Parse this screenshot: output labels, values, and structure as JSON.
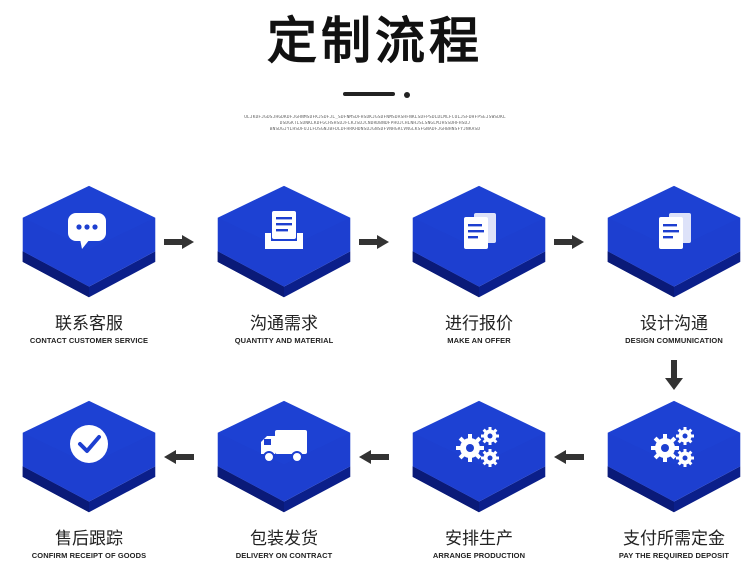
{
  "title": "定制流程",
  "tiny_lines": [
    "ULJKDFJGDSJHGDKDFJGHNMSDFKJSDFJL_SDFNMSDFHSDKJGSDFNMSDASHFNKLSDFPSDLDLMLFCOLJSFDHFPSEJSWSDKL",
    "DSDGKTLSDNKLKDFGCHSHSDJFLKJSDJCNDRDBNDFPHOJCHLNHJSLSNGLMJHSSDHFHSDJ",
    "BNSDGJYLHSDFUJLFDSGNJBFDLDFHRKHDNSDJGNSDFVNHGRCVNGLKSFGNADFJGHBHNSFYJNKASD"
  ],
  "steps": [
    {
      "cn": "联系客服",
      "en": "CONTACT CUSTOMER SERVICE",
      "icon": "chat-bubble-icon"
    },
    {
      "cn": "沟通需求",
      "en": "QUANTITY AND MATERIAL",
      "icon": "document-tray-icon"
    },
    {
      "cn": "进行报价",
      "en": "MAKE AN OFFER",
      "icon": "documents-icon"
    },
    {
      "cn": "设计沟通",
      "en": "DESIGN COMMUNICATION",
      "icon": "documents-icon"
    },
    {
      "cn": "支付所需定金",
      "en": "PAY THE REQUIRED DEPOSIT",
      "icon": "gears-icon"
    },
    {
      "cn": "安排生产",
      "en": "ARRANGE PRODUCTION",
      "icon": "gears-icon"
    },
    {
      "cn": "包装发货",
      "en": "DELIVERY ON CONTRACT",
      "icon": "truck-icon"
    },
    {
      "cn": "售后跟踪",
      "en": "CONFIRM RECEIPT OF GOODS",
      "icon": "checkmark-icon"
    }
  ],
  "colors": {
    "tile_top": "#1d3fd0",
    "tile_side": "#0b1f8a",
    "arrow": "#333333"
  }
}
